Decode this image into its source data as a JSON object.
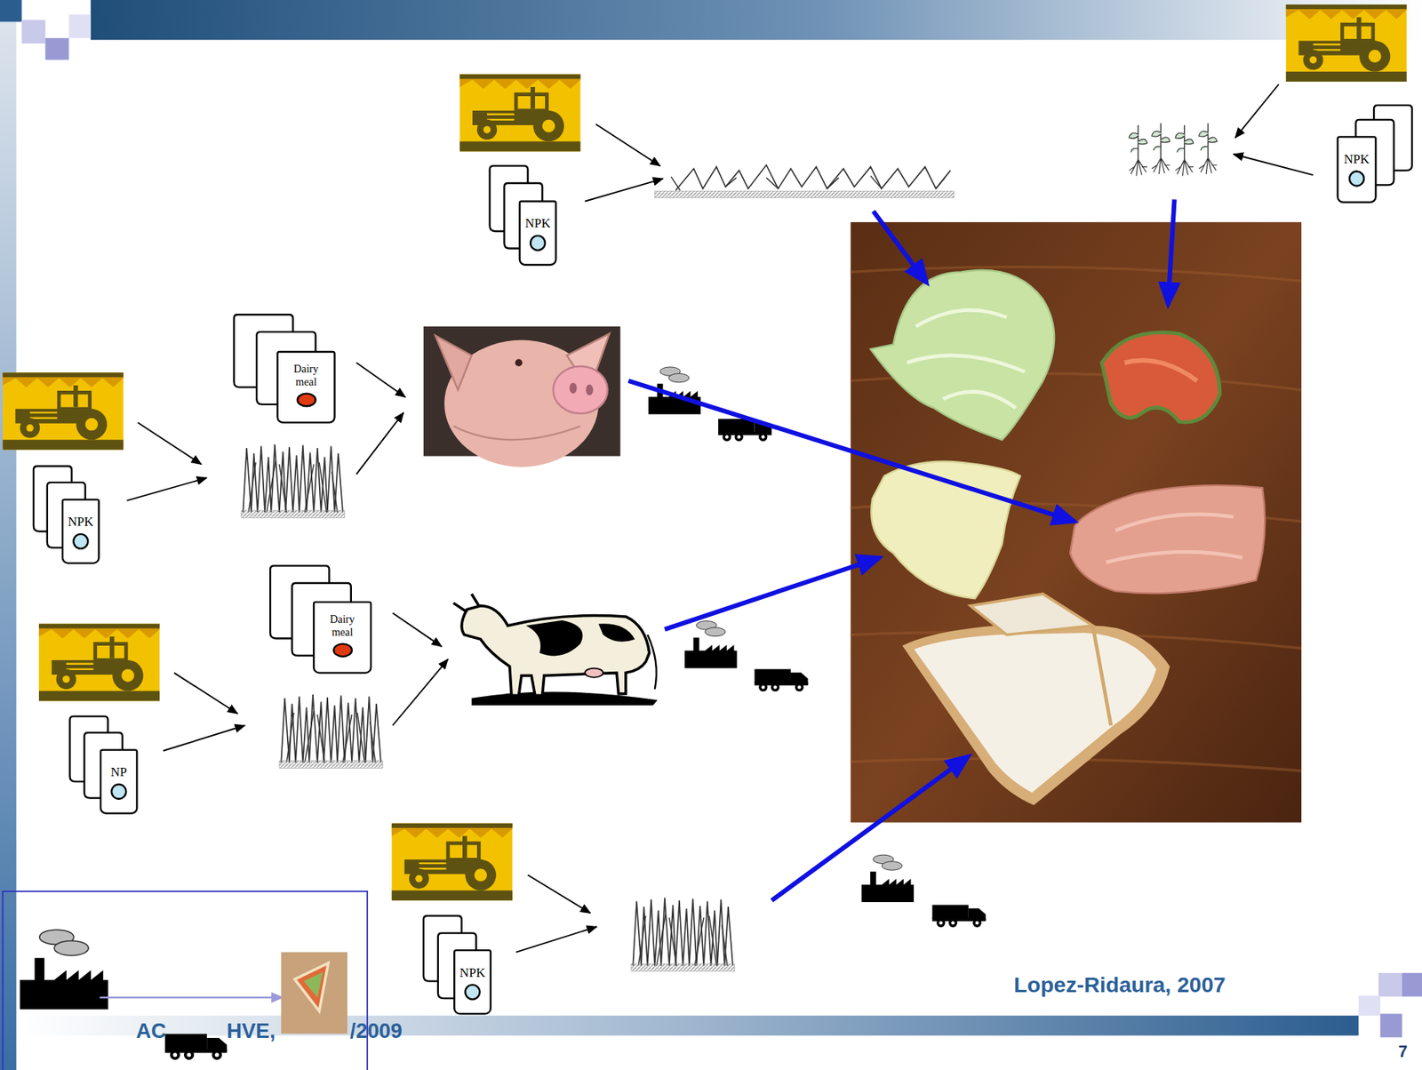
{
  "diagram": {
    "nodes": [
      {
        "text": [
          "NPK"
        ]
      },
      {
        "text": [
          "NPK"
        ]
      },
      {
        "text": [
          "Dairy meal"
        ]
      },
      {
        "text": [
          "NPK"
        ]
      },
      {
        "text": [
          "Dairy meal"
        ]
      },
      {
        "text": [
          "NP"
        ]
      },
      {
        "text": [
          "NPK"
        ]
      }
    ],
    "labels": [
      "Lopez-Ridaura, 2007",
      "AC",
      "HVE,",
      "/2009",
      "7"
    ]
  }
}
